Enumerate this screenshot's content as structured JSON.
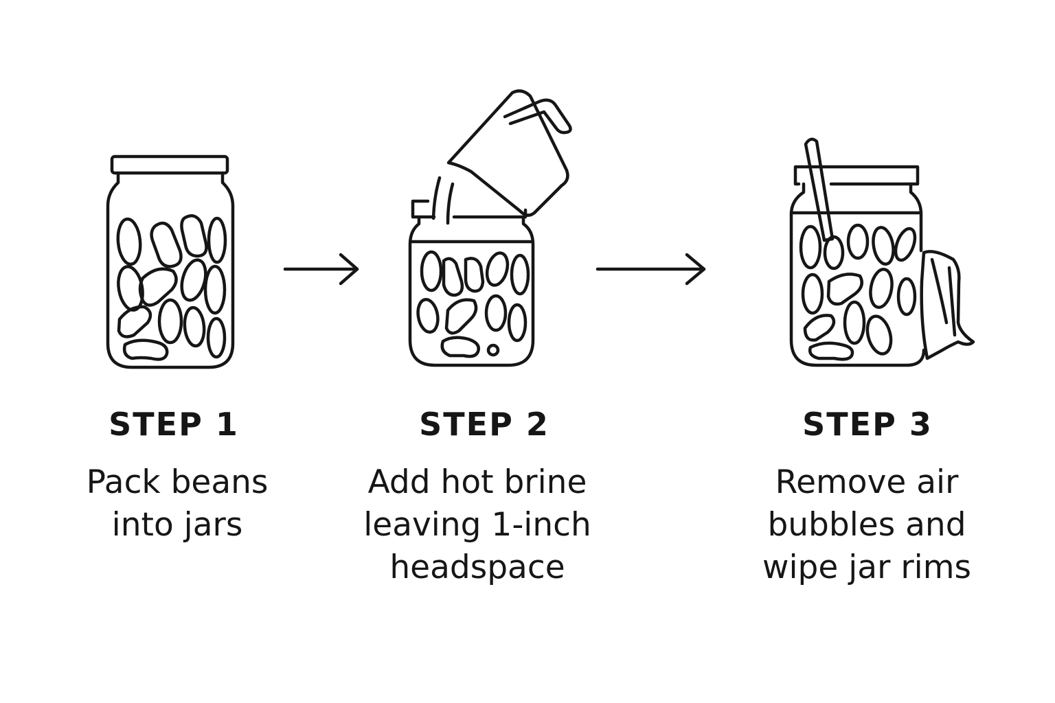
{
  "steps": [
    {
      "title": "STEP 1",
      "lines": [
        "Pack beans",
        "into jars"
      ],
      "icon": "jar-with-beans-icon"
    },
    {
      "title": "STEP 2",
      "lines": [
        "Add hot brine",
        "leaving 1-inch",
        "headspace"
      ],
      "icon": "pouring-brine-jar-icon"
    },
    {
      "title": "STEP 3",
      "lines": [
        "Remove air",
        "bubbles and",
        "wipe jar rims"
      ],
      "icon": "jar-stick-cloth-icon"
    }
  ],
  "connectors": [
    "arrow-right-icon",
    "arrow-right-icon"
  ],
  "colors": {
    "ink": "#161616",
    "background": "#ffffff"
  }
}
